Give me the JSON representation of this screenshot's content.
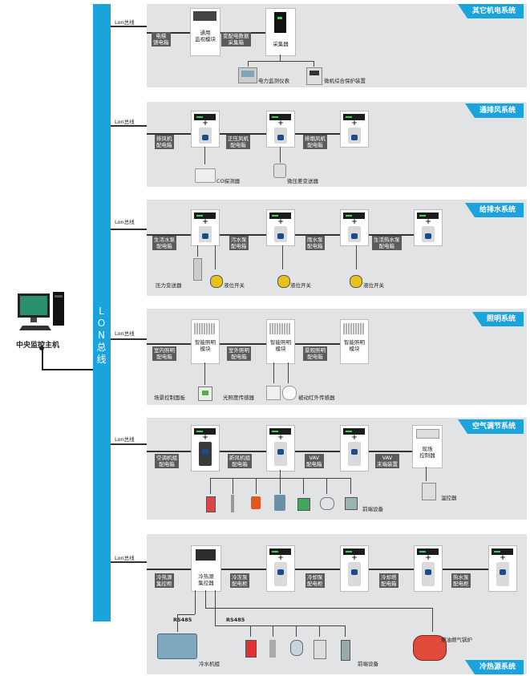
{
  "main_host": {
    "label": "中央监控主机"
  },
  "bus": {
    "label": "L O N 总 线"
  },
  "lon_label": "Lon总线",
  "panels": {
    "other": {
      "title": "其它机电系统",
      "elevator": "电梯\n馈电箱",
      "monitor_module": "通用\n监视模块",
      "dist_box": "变配电数据\n采集箱",
      "collector": "采集器",
      "meter": "电力监测仪表",
      "relay": "微机综合保护装置"
    },
    "vent": {
      "title": "通排风系统",
      "exhaust": "排风机\n配电箱",
      "pressure_fan": "正压风机\n配电箱",
      "smoke_fan": "排烟风机\n配电箱",
      "co": "CO探测器",
      "dp": "微压差变送器"
    },
    "water": {
      "title": "给排水系统",
      "domestic": "生活水泵\n配电箱",
      "sewage": "污水泵\n配电箱",
      "rain": "雨水泵\n配电箱",
      "hot": "生活热水泵\n配电箱",
      "pressure_tx": "压力变送器",
      "level1": "液位开关",
      "level2": "液位开关",
      "level3": "液位开关"
    },
    "light": {
      "title": "照明系统",
      "indoor": "室内照明\n配电箱",
      "outdoor": "室外照明\n配电箱",
      "landscape": "景观照明\n配电箱",
      "module": "智能照明\n模块",
      "scene": "场景控制面板",
      "lux": "光照度传感器",
      "pir": "被动红外传感器"
    },
    "air": {
      "title": "空气调节系统",
      "ahu": "空调机组\n配电箱",
      "fresh": "新风机组\n配电箱",
      "vav_box": "VAV\n配电箱",
      "vav_end": "VAV\n末端装置",
      "field": "现场\n控制器",
      "front": "前端设备",
      "thermostat": "温控器"
    },
    "plant": {
      "title": "冷热源系统",
      "plant_ctrl_box": "冷热源\n集控柜",
      "plant_ctrl": "冷热源\n集控器",
      "chw_pump": "冷冻泵\n配电柜",
      "cw_pump": "冷却泵\n配电柜",
      "tower": "冷却塔\n配电箱",
      "hw_pump": "热水泵\n配电柜",
      "rs485a": "RS485",
      "rs485b": "RS485",
      "chiller": "冷水机组",
      "front": "前端设备",
      "boiler": "燃油燃气锅炉"
    }
  }
}
